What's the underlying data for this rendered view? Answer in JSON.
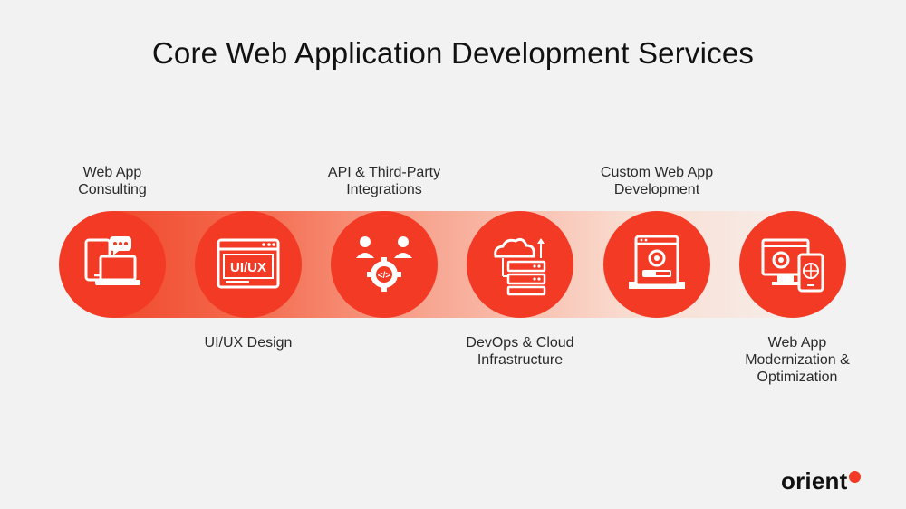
{
  "title": "Core Web Application Development Services",
  "services": [
    {
      "label_lines": [
        "Web App",
        "Consulting"
      ],
      "icon": "consulting-icon"
    },
    {
      "label_lines": [
        "UI/UX Design"
      ],
      "icon": "uiux-window-icon",
      "icon_text": "UI/UX"
    },
    {
      "label_lines": [
        "API & Third-Party",
        "Integrations"
      ],
      "icon": "api-integration-icon",
      "icon_text": "</>"
    },
    {
      "label_lines": [
        "DevOps & Cloud",
        "Infrastructure"
      ],
      "icon": "cloud-server-icon"
    },
    {
      "label_lines": [
        "Custom Web App",
        "Development"
      ],
      "icon": "custom-development-icon"
    },
    {
      "label_lines": [
        "Web App",
        "Modernization &",
        "Optimization"
      ],
      "icon": "modernization-icon"
    }
  ],
  "brand": {
    "name": "orient",
    "accent": "#f33a25"
  },
  "colors": {
    "circle": "#f33a25",
    "background": "#f2f2f2",
    "text": "#2a2a2a"
  }
}
